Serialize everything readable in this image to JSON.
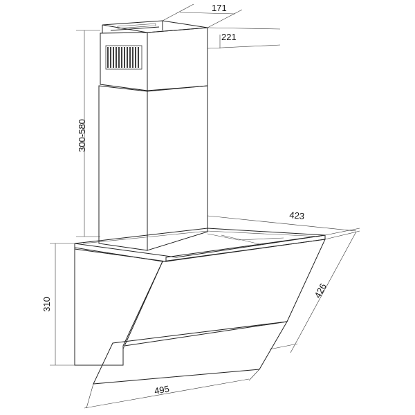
{
  "drawing": {
    "dimensions": {
      "chimney_width": "171",
      "chimney_depth": "221",
      "chimney_height": "300-580",
      "canopy_depth": "423",
      "glass_height": "426",
      "body_height": "310",
      "glass_width": "495"
    }
  }
}
